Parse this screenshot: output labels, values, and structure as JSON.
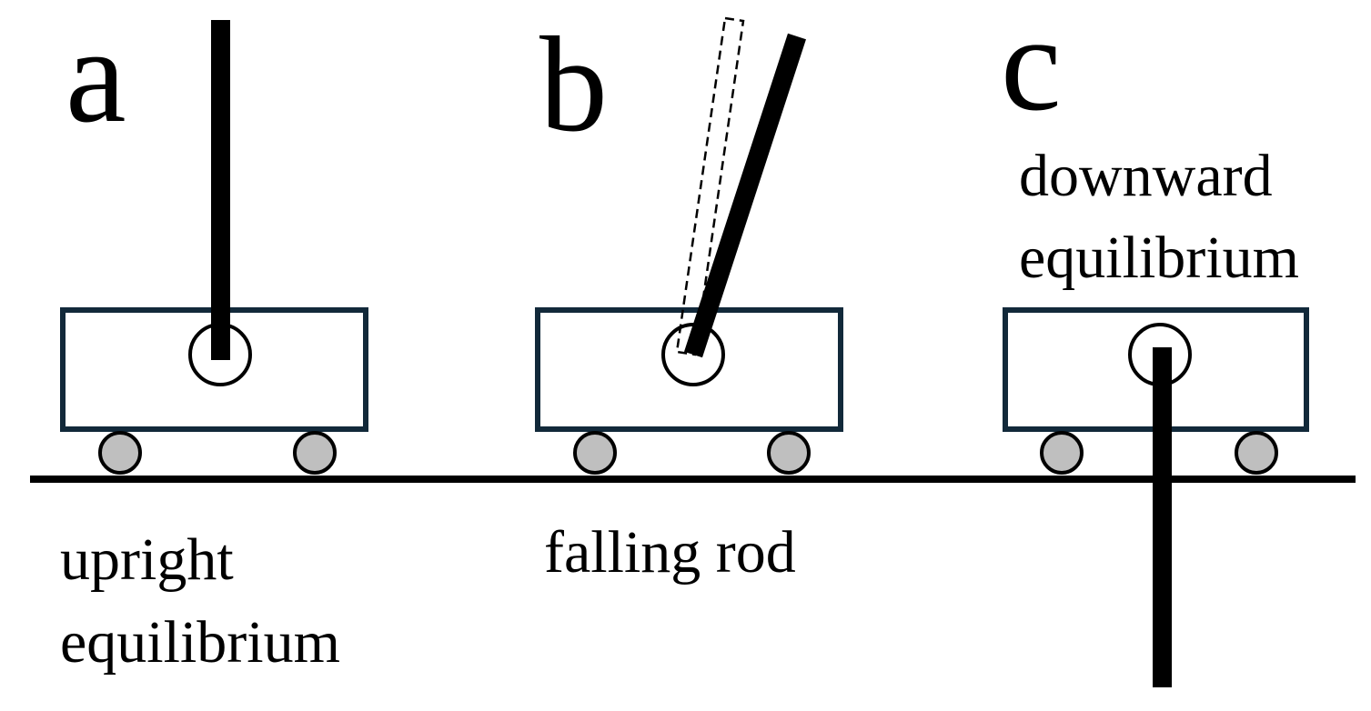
{
  "panels": [
    {
      "letter": "a",
      "caption_line1": "upright",
      "caption_line2": "equilibrium",
      "rod_state": "upright"
    },
    {
      "letter": "b",
      "caption_line1": "falling rod",
      "caption_line2": "",
      "rod_state": "falling"
    },
    {
      "letter": "c",
      "caption_line1": "downward",
      "caption_line2": "equilibrium",
      "rod_state": "downward"
    }
  ],
  "colors": {
    "cart_outline": "#12293a",
    "wheel_fill": "#bfbfbf",
    "rod": "#000000",
    "ground": "#000000",
    "background": "#ffffff"
  }
}
